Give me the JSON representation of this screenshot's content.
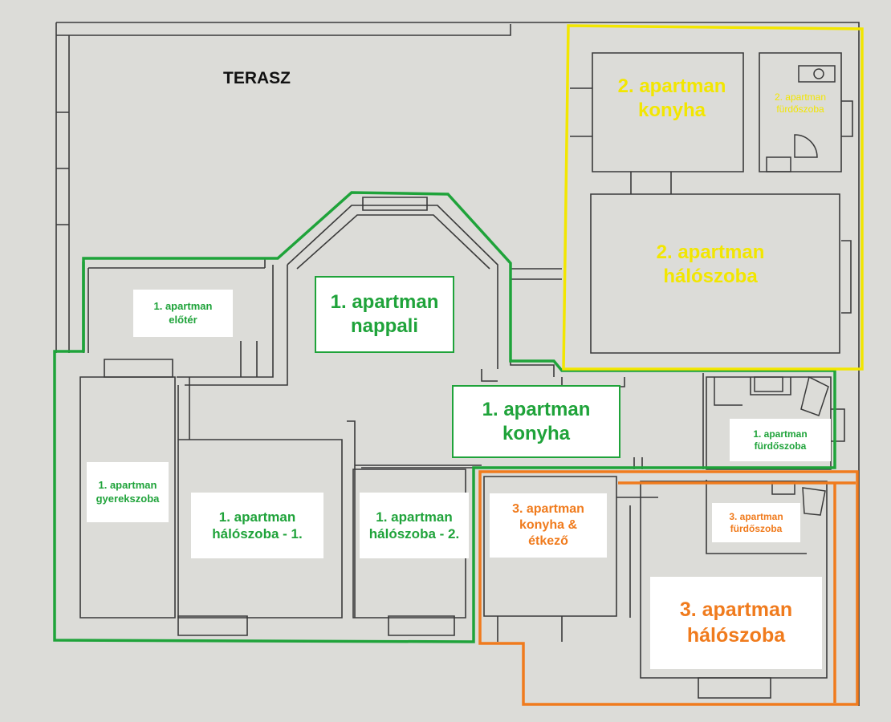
{
  "terrace_label": "TERASZ",
  "colors": {
    "apt1": "#1fa33a",
    "apt2": "#f2e600",
    "apt3": "#f07b1d",
    "wall": "#3a3a3a",
    "paper": "#dcdcd8"
  },
  "rooms": {
    "apt1_entry": [
      "1. apartman",
      "előtér"
    ],
    "apt1_living": [
      "1. apartman",
      "nappali"
    ],
    "apt1_kitchen": [
      "1. apartman",
      "konyha"
    ],
    "apt1_bath": [
      "1. apartman",
      "fürdőszoba"
    ],
    "apt1_kids": [
      "1. apartman",
      "gyerekszoba"
    ],
    "apt1_bed1": [
      "1. apartman",
      "hálószoba - 1."
    ],
    "apt1_bed2": [
      "1. apartman",
      "hálószoba - 2."
    ],
    "apt2_kitchen": [
      "2. apartman",
      "konyha"
    ],
    "apt2_bath": [
      "2. apartman",
      "fürdőszoba"
    ],
    "apt2_bedroom": [
      "2. apartman",
      "hálószoba"
    ],
    "apt3_kitchen": [
      "3. apartman",
      "konyha &",
      "étkező"
    ],
    "apt3_bath": [
      "3. apartman",
      "fürdőszoba"
    ],
    "apt3_bedroom": [
      "3. apartman",
      "hálószoba"
    ]
  }
}
